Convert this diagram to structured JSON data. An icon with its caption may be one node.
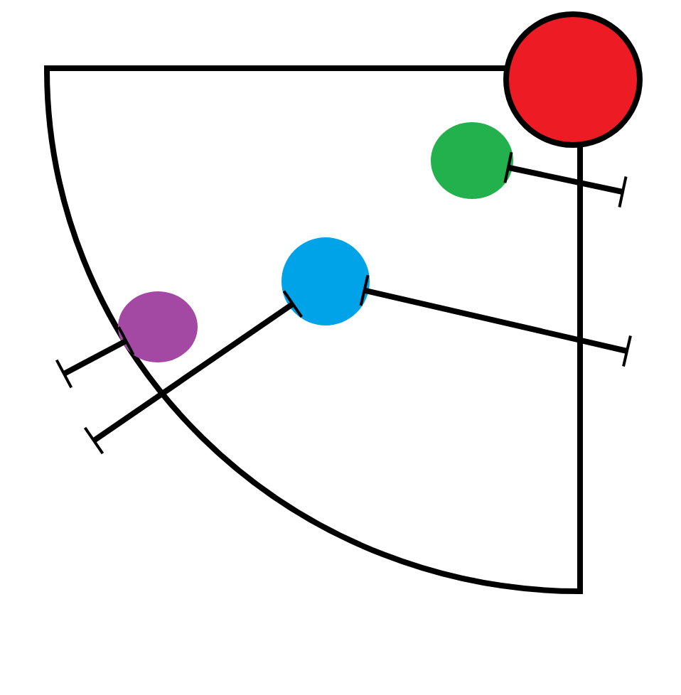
{
  "diagram": {
    "nodes": [
      {
        "text": [],
        "shape": "sector"
      },
      {
        "text": [],
        "shape": "circle"
      },
      {
        "text": [],
        "shape": "circle",
        "in": 0
      },
      {
        "text": [],
        "shape": "circle",
        "in": 0
      },
      {
        "text": [],
        "shape": "circle",
        "in": 0
      }
    ],
    "edges": [
      {
        "from": 2,
        "to": 0,
        "arrow": "other"
      },
      {
        "from": 3,
        "to": 0,
        "arrow": "other"
      },
      {
        "from": 3,
        "to": 0,
        "arrow": "other"
      },
      {
        "from": 4,
        "to": 0,
        "arrow": "other"
      }
    ]
  }
}
